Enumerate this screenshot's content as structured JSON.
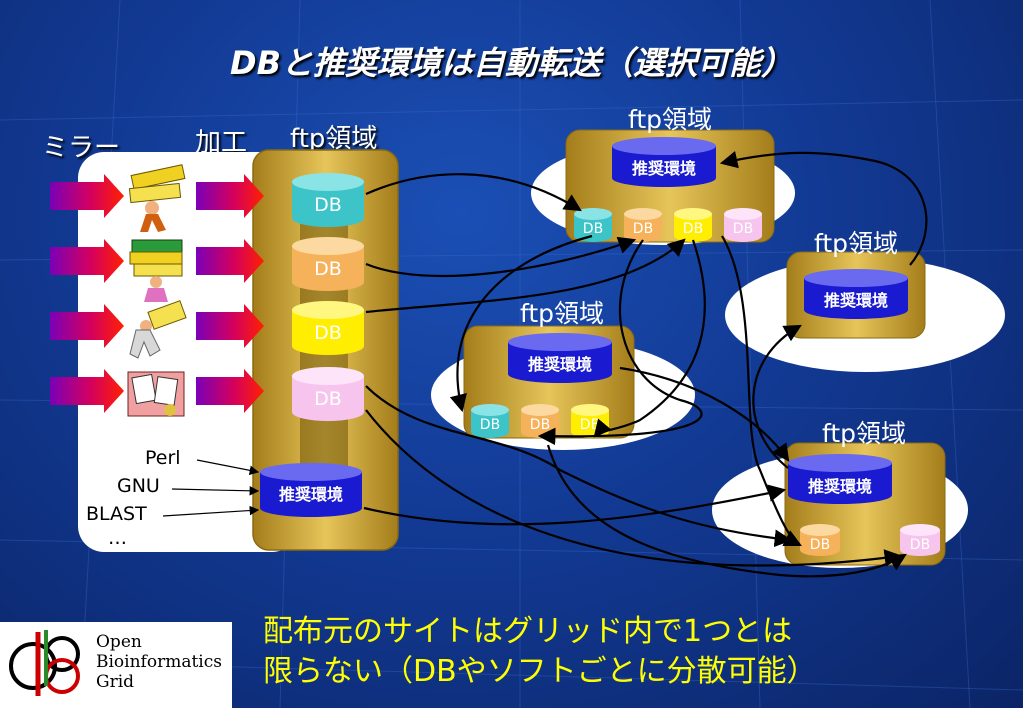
{
  "title": "DBと推奨環境は自動転送（選択可能）",
  "headers": {
    "mirror": "ミラー",
    "process": "加工",
    "main_ftp": "ftp領域"
  },
  "tools": [
    "Perl",
    "GNU",
    "BLAST",
    "…"
  ],
  "db_label": "DB",
  "env_label": "推奨環境",
  "ftp_label": "ftp領域",
  "caption": {
    "line1": "配布元のサイトはグリッド内で1つとは",
    "line2": "限らない（DBやソフトごとに分散可能）"
  },
  "logo": {
    "line1": "Open",
    "line2": "Bioinformatics",
    "line3": "Grid"
  },
  "colors": {
    "db_teal": "#3cc4c8",
    "db_orange": "#f5b25a",
    "db_yellow": "#ffee00",
    "db_pink": "#f7c4ee",
    "env_blue": "#1a1ad0",
    "gold": "#c9a227"
  }
}
